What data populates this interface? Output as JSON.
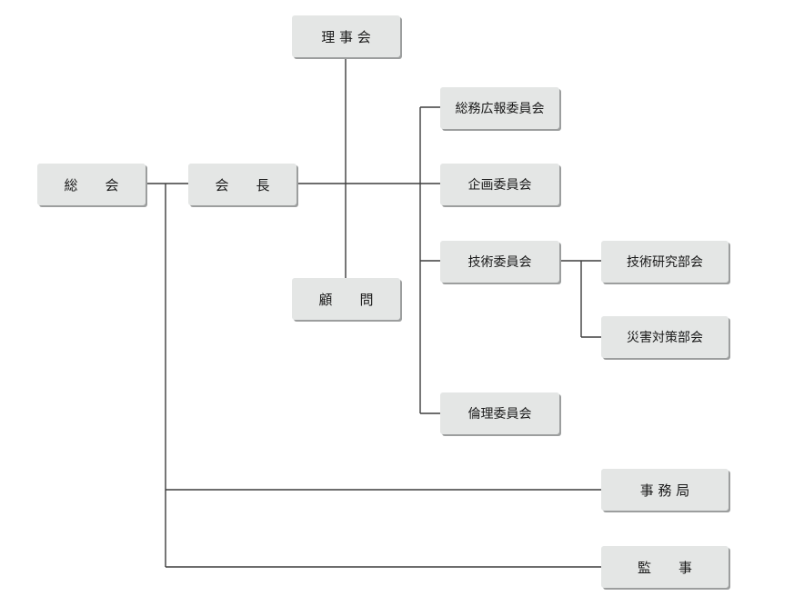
{
  "org_chart": {
    "general_meeting": "総　　会",
    "president": "会　　長",
    "board": "理 事 会",
    "advisor": "顧　　問",
    "committees": {
      "general_affairs_pr": "総務広報委員会",
      "planning": "企画委員会",
      "technical": "技術委員会",
      "ethics": "倫理委員会"
    },
    "subcommittees": {
      "technical_research": "技術研究部会",
      "disaster_countermeasures": "災害対策部会"
    },
    "secretariat": "事 務 局",
    "auditor": "監　　事"
  }
}
